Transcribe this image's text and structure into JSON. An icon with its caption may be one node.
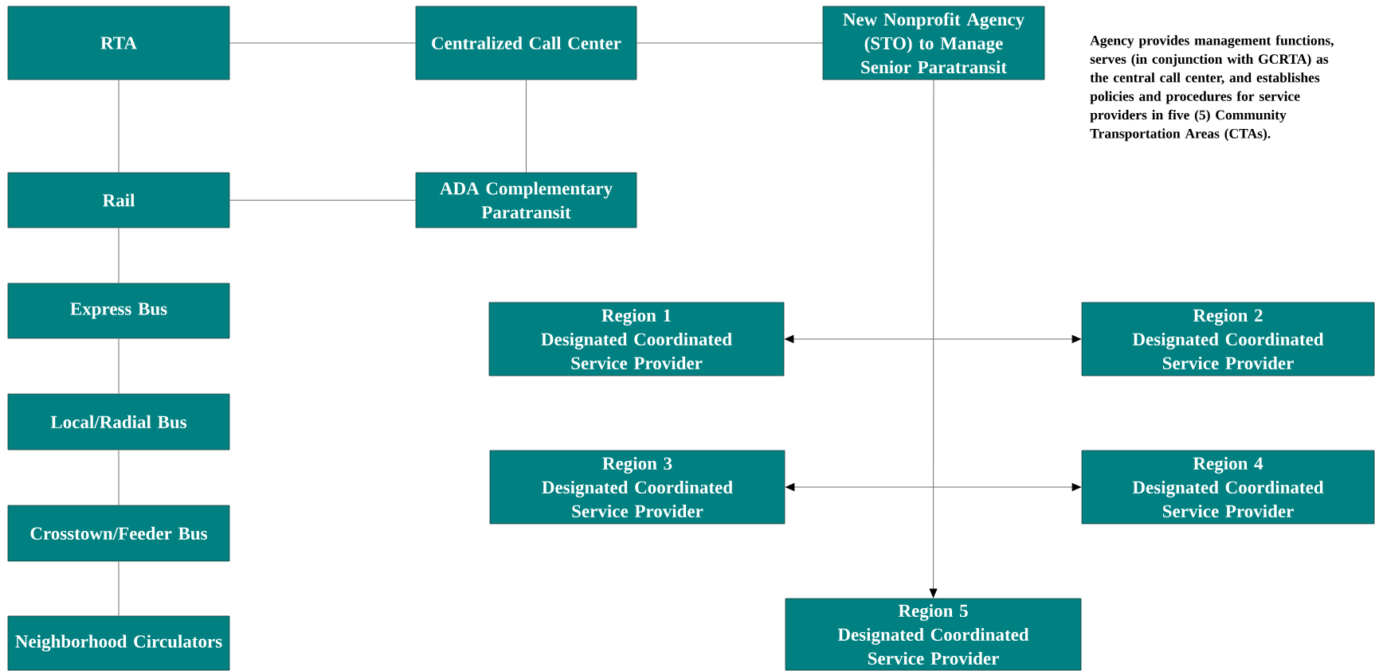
{
  "diagram": {
    "nodes": [
      {
        "text": [
          "RTA"
        ]
      },
      {
        "text": [
          "Centralized Call Center"
        ]
      },
      {
        "text": [
          "New Nonprofit Agency (STO) to Manage Senior Paratransit"
        ]
      },
      {
        "text": [
          "Rail"
        ]
      },
      {
        "text": [
          "ADA Complementary Paratransit"
        ]
      },
      {
        "text": [
          "Express Bus"
        ]
      },
      {
        "text": [
          "Region 1",
          "Designated Coordinated Service Provider"
        ]
      },
      {
        "text": [
          "Region 2",
          "Designated Coordinated Service Provider"
        ]
      },
      {
        "text": [
          "Local/Radial Bus"
        ]
      },
      {
        "text": [
          "Region 3",
          "Designated Coordinated Service Provider"
        ]
      },
      {
        "text": [
          "Region 4",
          "Designated Coordinated Service Provider"
        ]
      },
      {
        "text": [
          "Crosstown/Feeder Bus"
        ]
      },
      {
        "text": [
          "Region 5",
          "Designated Coordinated Service Provider"
        ]
      },
      {
        "text": [
          "Neighborhood Circulators"
        ]
      }
    ],
    "edges": [
      {
        "from": 0,
        "to": 1,
        "arrow": "none"
      },
      {
        "from": 1,
        "to": 2,
        "arrow": "none"
      },
      {
        "from": 0,
        "to": 3,
        "arrow": "none"
      },
      {
        "from": 1,
        "to": 4,
        "arrow": "none"
      },
      {
        "from": 3,
        "to": 4,
        "arrow": "none"
      },
      {
        "from": 3,
        "to": 5,
        "arrow": "none"
      },
      {
        "from": 5,
        "to": 8,
        "arrow": "none"
      },
      {
        "from": 8,
        "to": 11,
        "arrow": "none"
      },
      {
        "from": 11,
        "to": 13,
        "arrow": "none"
      },
      {
        "from": 2,
        "to": 12,
        "arrow": "to"
      },
      {
        "from": 6,
        "to": 7,
        "arrow": "both"
      },
      {
        "from": 9,
        "to": 10,
        "arrow": "both"
      }
    ],
    "labels": [
      "Agency provides management functions, serves (in conjunction with GCRTA) as the central call center, and establishes policies and procedures for service providers in five (5) Community Transportation Areas (CTAs)."
    ]
  }
}
